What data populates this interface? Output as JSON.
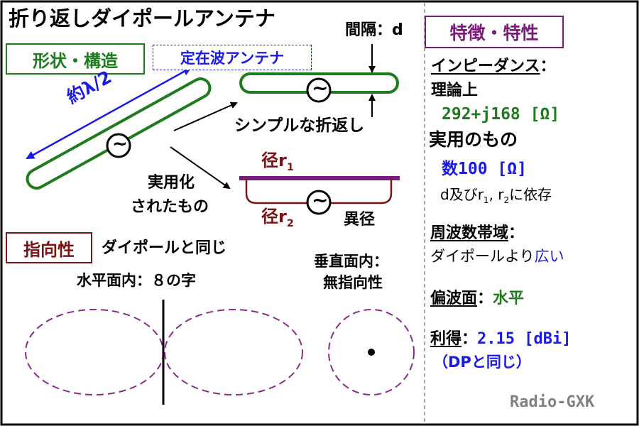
{
  "title": "折り返しダイポールアンテナ",
  "shape_section": {
    "label": "形状・構造",
    "standing_wave": "定在波アンテナ",
    "length_label": "約λ/2",
    "gap_label": "間隔：d",
    "simple_fold": "シンプルな折返し",
    "practical_line1": "実用化",
    "practical_line2": "されたもの",
    "radius_prefix": "径r",
    "r1_sub": "1",
    "r2_sub": "2",
    "diff_radius": "異径",
    "source_symbol": "~"
  },
  "directivity_section": {
    "label": "指向性",
    "same_as": "ダイポールと同じ",
    "horizontal": "水平面内：８の字",
    "vertical_line1": "垂直面内：",
    "vertical_line2": "無指向性"
  },
  "features": {
    "label": "特徴・特性",
    "impedance_label": "インピーダンス",
    "impedance_colon": "：",
    "theory_label": "理論上",
    "theory_value": "292+j168 [Ω]",
    "practical_label": "実用のもの",
    "practical_value": "数100 [Ω]",
    "depend_pre": "d及びr",
    "depend_mid": ", r",
    "depend_post": "に依存",
    "sub1": "1",
    "sub2": "2",
    "bandwidth_label": "周波数帯域",
    "bandwidth_colon": "：",
    "bandwidth_pre": "ダイポールより",
    "bandwidth_value": "広い",
    "polarization_label": "偏波面",
    "polarization_colon": "：",
    "polarization_value": "水平",
    "gain_label": "利得",
    "gain_colon": "：",
    "gain_value": "2.15 [dBi]",
    "gain_note": "（DPと同じ）"
  },
  "watermark": "Radio-GXK",
  "colors": {
    "green": "#1e7b1e",
    "blue": "#1a1ae6",
    "maroon": "#7a1414",
    "purple": "#7a1a7a",
    "gray": "#808080",
    "dash": "#8b2a8b"
  }
}
